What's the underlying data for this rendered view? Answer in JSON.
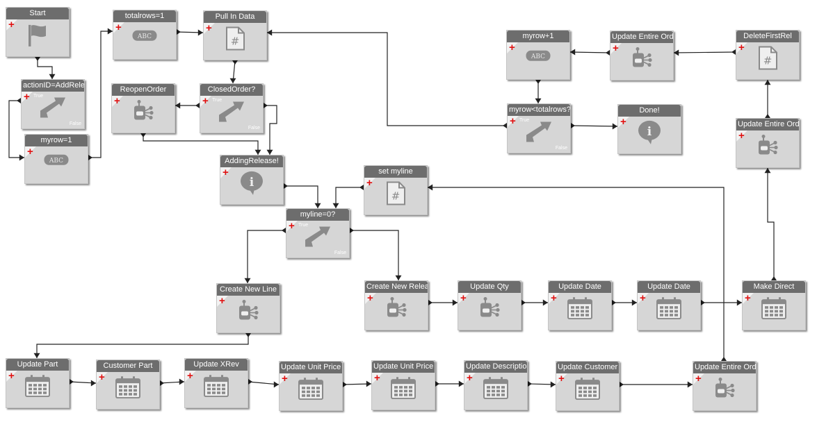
{
  "diagram": {
    "nodes": [
      {
        "id": "start",
        "title": "Start",
        "icon": "flag-icon"
      },
      {
        "id": "totalrows",
        "title": "totalrows=1",
        "icon": "abc-icon",
        "icon_text": "ABC"
      },
      {
        "id": "pullin",
        "title": "Pull In Data",
        "icon": "hash-document-icon",
        "icon_text": "#"
      },
      {
        "id": "actionid",
        "title": "actionID=AddRelea",
        "icon": "condition-arrow-icon",
        "true_label": "True",
        "false_label": "False"
      },
      {
        "id": "myrow1",
        "title": "myrow=1",
        "icon": "abc-icon",
        "icon_text": "ABC"
      },
      {
        "id": "reopen",
        "title": "ReopenOrder",
        "icon": "business-object-icon"
      },
      {
        "id": "closed",
        "title": "ClosedOrder?",
        "icon": "condition-arrow-icon",
        "true_label": "True",
        "false_label": "False"
      },
      {
        "id": "addingrel",
        "title": "AddingRelease!",
        "icon": "info-bubble-icon",
        "icon_text": "i"
      },
      {
        "id": "setmyline",
        "title": "set myline",
        "icon": "hash-document-icon",
        "icon_text": "#"
      },
      {
        "id": "myline0",
        "title": "myline=0?",
        "icon": "condition-arrow-icon",
        "true_label": "True",
        "false_label": "False"
      },
      {
        "id": "myrowplus",
        "title": "myrow+1",
        "icon": "abc-icon",
        "icon_text": "ABC"
      },
      {
        "id": "updentire1",
        "title": "Update Entire Orde",
        "icon": "business-object-icon"
      },
      {
        "id": "deletefirst",
        "title": "DeleteFirstRel",
        "icon": "hash-document-icon",
        "icon_text": "#"
      },
      {
        "id": "myrowlt",
        "title": "myrow<totalrows?",
        "icon": "condition-arrow-icon",
        "true_label": "True",
        "false_label": "False"
      },
      {
        "id": "done",
        "title": "Done!",
        "icon": "info-bubble-icon",
        "icon_text": "i"
      },
      {
        "id": "updentire2",
        "title": "Update Entire Orde",
        "icon": "business-object-icon"
      },
      {
        "id": "createline",
        "title": "Create New Line",
        "icon": "business-object-icon"
      },
      {
        "id": "createrel",
        "title": "Create New Releas",
        "icon": "business-object-icon"
      },
      {
        "id": "updqty",
        "title": "Update Qty",
        "icon": "business-object-icon"
      },
      {
        "id": "upddate1",
        "title": "Update Date",
        "icon": "calendar-icon"
      },
      {
        "id": "upddate2",
        "title": "Update Date",
        "icon": "calendar-icon"
      },
      {
        "id": "makedirect",
        "title": "Make Direct",
        "icon": "calendar-icon"
      },
      {
        "id": "updpart",
        "title": "Update Part",
        "icon": "calendar-icon"
      },
      {
        "id": "custpart",
        "title": "Customer Part",
        "icon": "calendar-icon"
      },
      {
        "id": "updxrev",
        "title": "Update XRev",
        "icon": "calendar-icon"
      },
      {
        "id": "updunit1",
        "title": "Update Unit Price",
        "icon": "calendar-icon"
      },
      {
        "id": "updunit2",
        "title": "Update Unit Price",
        "icon": "calendar-icon"
      },
      {
        "id": "upddesc",
        "title": "Update Descriptior",
        "icon": "calendar-icon"
      },
      {
        "id": "updcust",
        "title": "Update Customer",
        "icon": "calendar-icon"
      },
      {
        "id": "updentire3",
        "title": "Update Entire Orde",
        "icon": "business-object-icon"
      }
    ],
    "edges": [
      [
        "start",
        "actionid"
      ],
      [
        "actionid",
        "myrow1"
      ],
      [
        "myrow1",
        "totalrows"
      ],
      [
        "totalrows",
        "pullin"
      ],
      [
        "pullin",
        "closed"
      ],
      [
        "closed",
        "reopen"
      ],
      [
        "reopen",
        "addingrel"
      ],
      [
        "closed",
        "addingrel"
      ],
      [
        "addingrel",
        "myline0"
      ],
      [
        "setmyline",
        "myline0"
      ],
      [
        "myline0",
        "createline"
      ],
      [
        "myline0",
        "createrel"
      ],
      [
        "createrel",
        "updqty"
      ],
      [
        "updqty",
        "upddate1"
      ],
      [
        "upddate1",
        "upddate2"
      ],
      [
        "upddate2",
        "makedirect"
      ],
      [
        "makedirect",
        "updentire2"
      ],
      [
        "updentire2",
        "deletefirst"
      ],
      [
        "deletefirst",
        "updentire1"
      ],
      [
        "updentire1",
        "myrowplus"
      ],
      [
        "myrowplus",
        "myrowlt"
      ],
      [
        "myrowlt",
        "done"
      ],
      [
        "myrowlt",
        "pullin"
      ],
      [
        "createline",
        "updpart"
      ],
      [
        "updpart",
        "custpart"
      ],
      [
        "custpart",
        "updxrev"
      ],
      [
        "updxrev",
        "updunit1"
      ],
      [
        "updunit1",
        "updunit2"
      ],
      [
        "updunit2",
        "upddesc"
      ],
      [
        "upddesc",
        "updcust"
      ],
      [
        "updcust",
        "updentire3"
      ],
      [
        "updentire3",
        "setmyline"
      ]
    ]
  },
  "colors": {
    "node_body": "#d6d6d6",
    "node_title": "#6d6d6d",
    "plus": "#e01010",
    "icon": "#8a8a8a",
    "wire": "#222222"
  }
}
